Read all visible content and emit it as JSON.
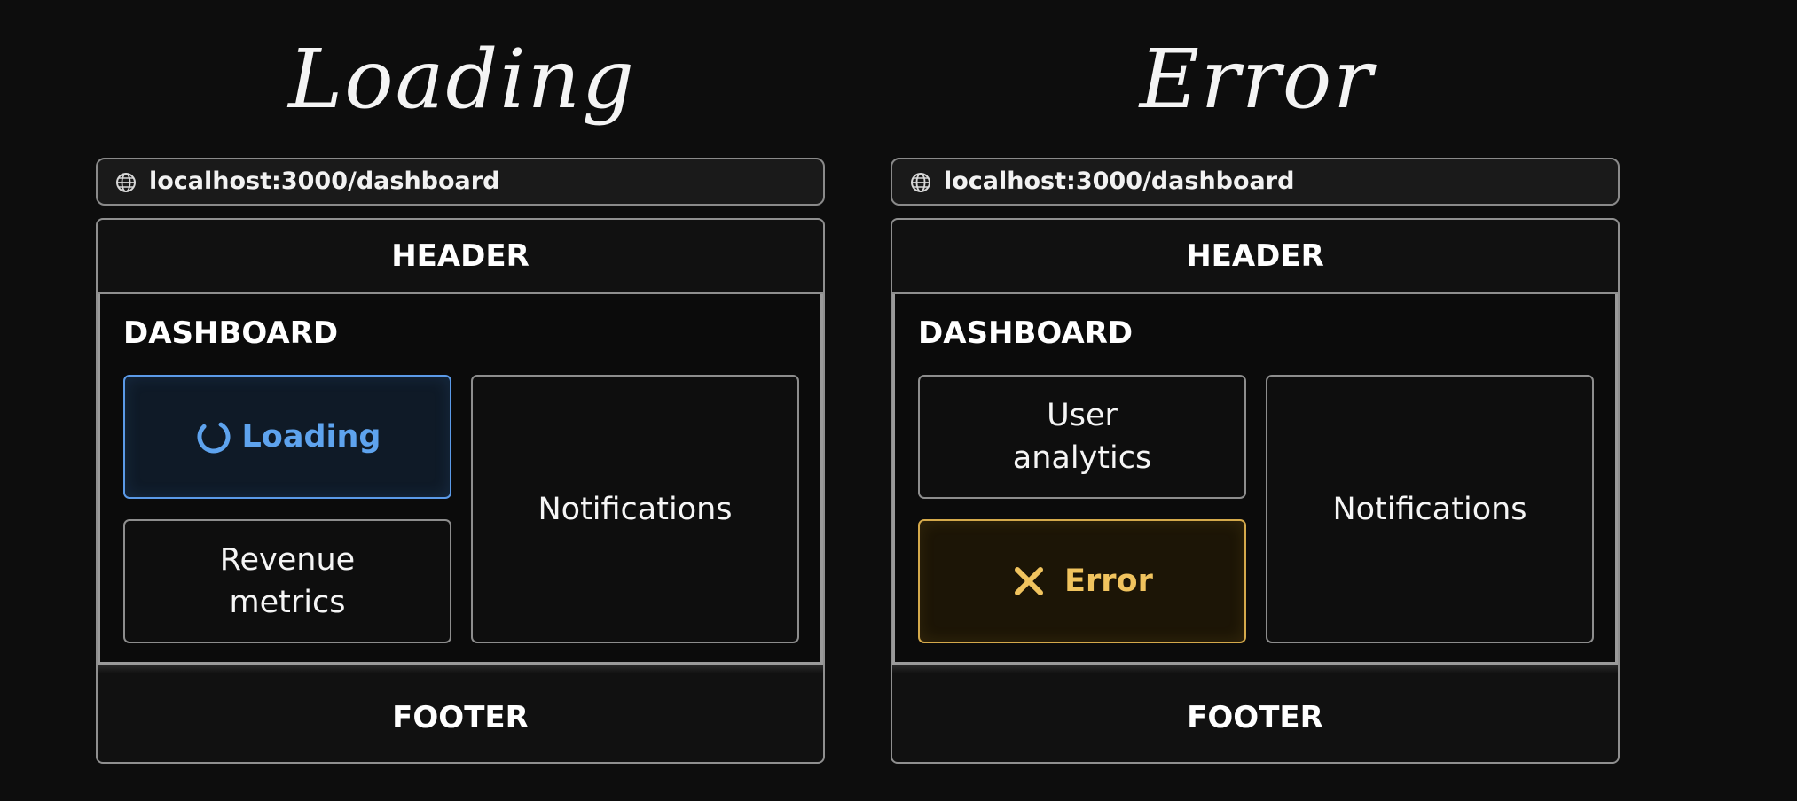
{
  "panels": [
    {
      "title": "Loading",
      "url": "localhost:3000/dashboard",
      "header": "HEADER",
      "dashboard": "DASHBOARD",
      "box_a": {
        "label": "Loading",
        "icon": "spinner-icon",
        "color": "#5ea3ee"
      },
      "box_b": {
        "label": "Revenue metrics"
      },
      "box_c": {
        "label": "Notifications"
      },
      "footer": "FOOTER"
    },
    {
      "title": "Error",
      "url": "localhost:3000/dashboard",
      "header": "HEADER",
      "dashboard": "DASHBOARD",
      "box_a": {
        "label": "User analytics"
      },
      "box_b": {
        "label": "Error",
        "icon": "x-mark-icon",
        "color": "#f0c35e"
      },
      "box_c": {
        "label": "Notifications"
      },
      "footer": "FOOTER"
    }
  ]
}
